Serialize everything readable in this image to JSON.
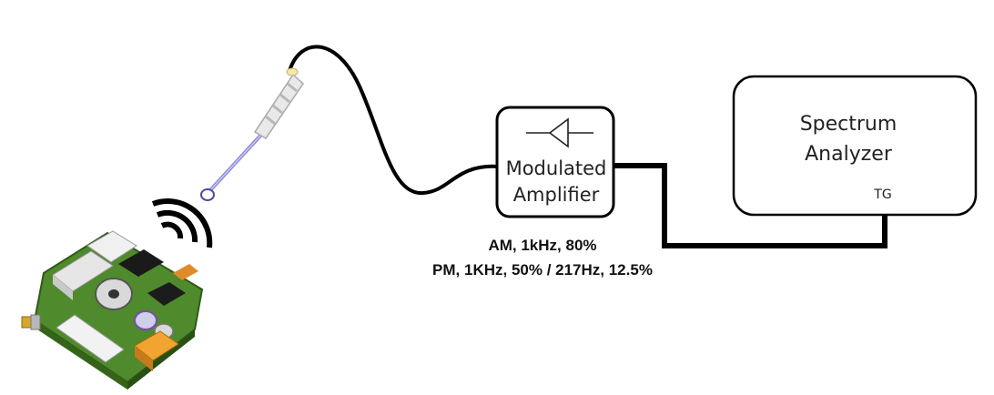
{
  "amplifier": {
    "label_line1": "Modulated",
    "label_line2": "Amplifier"
  },
  "analyzer": {
    "label_line1": "Spectrum",
    "label_line2": "Analyzer",
    "port_label": "TG"
  },
  "modulation": {
    "line1": "AM, 1kHz, 80%",
    "line2": "PM, 1KHz, 50% / 217Hz, 12.5%"
  },
  "icons": {
    "probe": "near-field-probe-icon",
    "waves": "wireless-signal-icon",
    "amplifier_symbol": "amplifier-triangle-icon",
    "board": "circuit-board-icon"
  },
  "colors": {
    "cable": "#000000",
    "box_stroke": "#000000",
    "pcb_green": "#4f8a2c",
    "probe_handle": "#e8e8e8",
    "probe_shaft": "#8a86d8",
    "connector_orange": "#f2a431"
  }
}
